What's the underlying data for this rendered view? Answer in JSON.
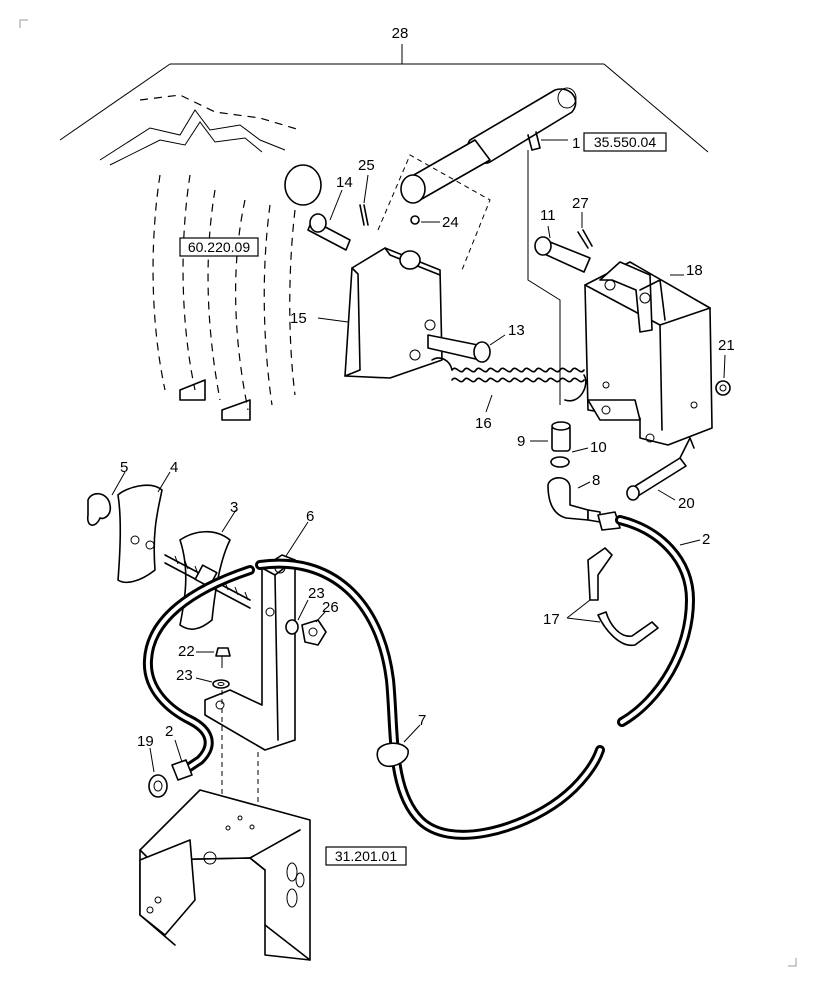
{
  "assembly_number": "28",
  "references": [
    {
      "id": "ref-35-550-04",
      "text": "35.550.04"
    },
    {
      "id": "ref-60-220-09",
      "text": "60.220.09"
    },
    {
      "id": "ref-31-201-01",
      "text": "31.201.01"
    }
  ],
  "callouts": {
    "c1": "1",
    "c2a": "2",
    "c2b": "2",
    "c3": "3",
    "c4": "4",
    "c5": "5",
    "c6": "6",
    "c7": "7",
    "c8": "8",
    "c9": "9",
    "c10": "10",
    "c11": "11",
    "c13": "13",
    "c14": "14",
    "c15": "15",
    "c16": "16",
    "c17": "17",
    "c18": "18",
    "c19": "19",
    "c20": "20",
    "c21": "21",
    "c22": "22",
    "c23a": "23",
    "c23b": "23",
    "c24": "24",
    "c25": "25",
    "c26": "26",
    "c27": "27"
  }
}
